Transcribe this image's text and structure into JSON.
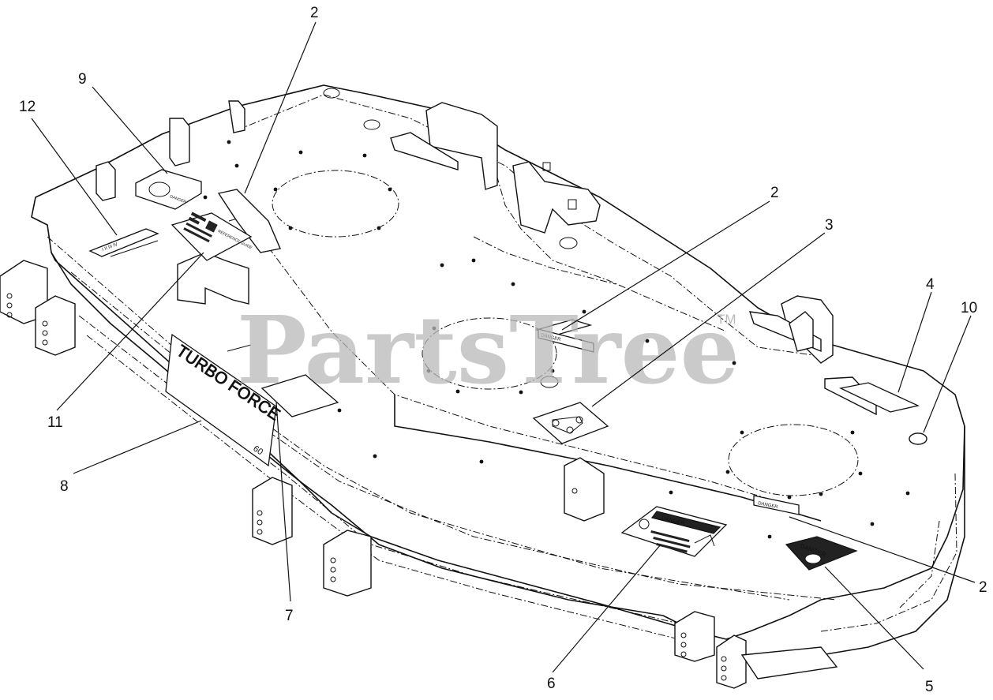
{
  "watermark": {
    "brand": "PartsTree",
    "trademark": "TM"
  },
  "decals": {
    "turbo_force": "TURBO FORCE",
    "deck_size": "60",
    "danger_word": "DANGER",
    "reference_title": "REFERENCE GUIDE"
  },
  "callouts": [
    {
      "id": "callout-2-top",
      "number": "2"
    },
    {
      "id": "callout-2-mid",
      "number": "2"
    },
    {
      "id": "callout-2-bottom",
      "number": "2"
    },
    {
      "id": "callout-3",
      "number": "3"
    },
    {
      "id": "callout-4",
      "number": "4"
    },
    {
      "id": "callout-5",
      "number": "5"
    },
    {
      "id": "callout-6",
      "number": "6"
    },
    {
      "id": "callout-7",
      "number": "7"
    },
    {
      "id": "callout-8",
      "number": "8"
    },
    {
      "id": "callout-9",
      "number": "9"
    },
    {
      "id": "callout-10",
      "number": "10"
    },
    {
      "id": "callout-11",
      "number": "11"
    },
    {
      "id": "callout-12",
      "number": "12"
    }
  ]
}
